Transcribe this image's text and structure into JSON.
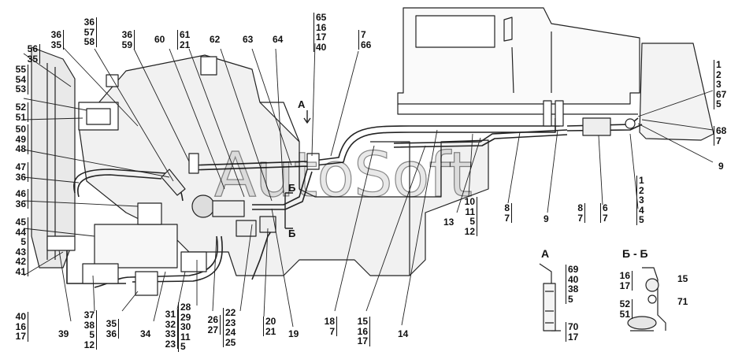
{
  "watermark": "AutoSoft",
  "view_labels": {
    "a": "А",
    "b_top": "Б",
    "b_bottom": "Б",
    "view_a": "А",
    "section_bb": "Б - Б"
  },
  "callouts": [
    {
      "id": "c-56-35",
      "lines": [
        "56",
        "35"
      ]
    },
    {
      "id": "c-36-57-58",
      "lines": [
        "36",
        "57",
        "58"
      ]
    },
    {
      "id": "c-36-35",
      "lines": [
        "36",
        "35"
      ]
    },
    {
      "id": "c-36-59",
      "lines": [
        "36",
        "59"
      ]
    },
    {
      "id": "c-60",
      "lines": [
        "60"
      ]
    },
    {
      "id": "c-61-21",
      "lines": [
        "61",
        "21"
      ]
    },
    {
      "id": "c-62",
      "lines": [
        "62"
      ]
    },
    {
      "id": "c-63",
      "lines": [
        "63"
      ]
    },
    {
      "id": "c-64",
      "lines": [
        "64"
      ]
    },
    {
      "id": "c-65-16-17-40",
      "lines": [
        "65",
        "16",
        "17",
        "40"
      ]
    },
    {
      "id": "c-7-66",
      "lines": [
        "7",
        "66"
      ]
    },
    {
      "id": "c-55-54-53",
      "lines": [
        "55",
        "54",
        "53"
      ]
    },
    {
      "id": "c-52-51",
      "lines": [
        "52",
        "51"
      ]
    },
    {
      "id": "c-50-49-48",
      "lines": [
        "50",
        "49",
        "48"
      ]
    },
    {
      "id": "c-47-36",
      "lines": [
        "47",
        "36"
      ]
    },
    {
      "id": "c-46-36",
      "lines": [
        "46",
        "36"
      ]
    },
    {
      "id": "c-45-44-5-43-42-41",
      "lines": [
        "45",
        "44",
        "5",
        "43",
        "42",
        "41"
      ]
    },
    {
      "id": "c-40-16-17",
      "lines": [
        "40",
        "16",
        "17"
      ]
    },
    {
      "id": "c-39",
      "lines": [
        "39"
      ]
    },
    {
      "id": "c-37-38-5-12",
      "lines": [
        "37",
        "38",
        "5",
        "12"
      ]
    },
    {
      "id": "c-35-36",
      "lines": [
        "35",
        "36"
      ]
    },
    {
      "id": "c-34",
      "lines": [
        "34"
      ]
    },
    {
      "id": "c-31-32-33-23",
      "lines": [
        "31",
        "32",
        "33",
        "23"
      ]
    },
    {
      "id": "c-28-29-30-11-5",
      "lines": [
        "28",
        "29",
        "30",
        "11",
        "5"
      ]
    },
    {
      "id": "c-26-27",
      "lines": [
        "26",
        "27"
      ]
    },
    {
      "id": "c-22-23-24-25",
      "lines": [
        "22",
        "23",
        "24",
        "25"
      ]
    },
    {
      "id": "c-20-21",
      "lines": [
        "20",
        "21"
      ]
    },
    {
      "id": "c-19",
      "lines": [
        "19"
      ]
    },
    {
      "id": "c-18-7",
      "lines": [
        "18",
        "7"
      ]
    },
    {
      "id": "c-15-16-17",
      "lines": [
        "15",
        "16",
        "17"
      ]
    },
    {
      "id": "c-14",
      "lines": [
        "14"
      ]
    },
    {
      "id": "c-13",
      "lines": [
        "13"
      ]
    },
    {
      "id": "c-10-11-5-12",
      "lines": [
        "10",
        "11",
        "5",
        "12"
      ]
    },
    {
      "id": "c-8-7-a",
      "lines": [
        "8",
        "7"
      ]
    },
    {
      "id": "c-9-a",
      "lines": [
        "9"
      ]
    },
    {
      "id": "c-8-7-b",
      "lines": [
        "8",
        "7"
      ]
    },
    {
      "id": "c-6-7",
      "lines": [
        "6",
        "7"
      ]
    },
    {
      "id": "c-1-2-3-4-5",
      "lines": [
        "1",
        "2",
        "3",
        "4",
        "5"
      ]
    },
    {
      "id": "c-9-b",
      "lines": [
        "9"
      ]
    },
    {
      "id": "c-68-7",
      "lines": [
        "68",
        "7"
      ]
    },
    {
      "id": "c-1-2-3-67-5",
      "lines": [
        "1",
        "2",
        "3",
        "67",
        "5"
      ]
    },
    {
      "id": "c-69-40-38-5",
      "lines": [
        "69",
        "40",
        "38",
        "5"
      ]
    },
    {
      "id": "c-70-17",
      "lines": [
        "70",
        "17"
      ]
    },
    {
      "id": "c-16-17",
      "lines": [
        "16",
        "17"
      ]
    },
    {
      "id": "c-15",
      "lines": [
        "15"
      ]
    },
    {
      "id": "c-71",
      "lines": [
        "71"
      ]
    },
    {
      "id": "c-52-51-b",
      "lines": [
        "52",
        "51"
      ]
    }
  ]
}
